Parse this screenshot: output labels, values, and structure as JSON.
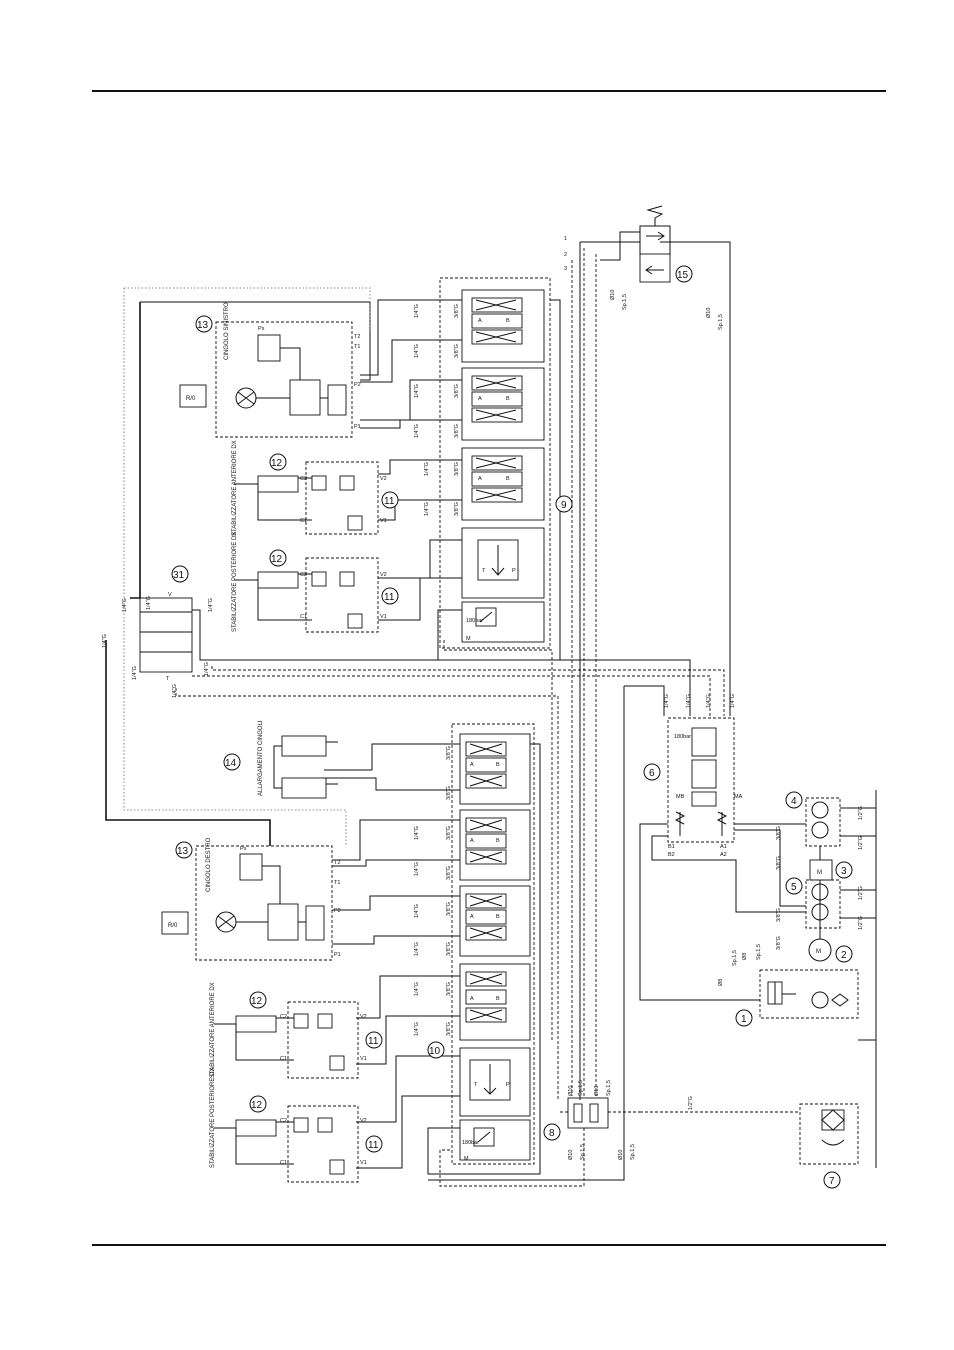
{
  "labels": {
    "cingolo_sinistro": "CINGOLO SINISTRO",
    "cingolo_destro": "CINGOLO DESTRO",
    "stab_ant_dx_1": "STABILIZZATORE ANTERIORE DX",
    "stab_post_dx_1": "STABILIZZATORE POSTERIORE DX",
    "stab_ant_dx_2": "STABILIZZATORE ANTERIORE DX",
    "stab_post_dx_2": "STABILIZZATORE POSTERIORE DX",
    "allargamento": "ALLARGAMENTO CINGOLI",
    "r0": "R/0"
  },
  "callouts": [
    "1",
    "2",
    "3",
    "4",
    "5",
    "6",
    "7",
    "8",
    "9",
    "10",
    "11",
    "12",
    "13",
    "14",
    "15",
    "31"
  ],
  "pipes": {
    "g14": "1/4\"G",
    "g38": "3/8\"G",
    "g12": "1/2\"G",
    "d10": "Ø10",
    "d8": "Ø8",
    "sp15": "Sp.1,5",
    "lines": [
      "1",
      "2",
      "3"
    ]
  },
  "ports": {
    "c1": "C1",
    "c2": "C2",
    "v1": "V1",
    "v2": "V2",
    "a": "A",
    "b": "B",
    "p": "P",
    "t": "T",
    "p1": "P1",
    "p2": "P2",
    "t1": "T1",
    "t2": "T2",
    "ps": "Ps",
    "m": "M",
    "mb": "MB",
    "ma": "MA",
    "v": "V",
    "a1": "A1",
    "a2": "A2",
    "b1": "B1",
    "b2": "B2",
    "bar": "180bar",
    "x": "X"
  }
}
